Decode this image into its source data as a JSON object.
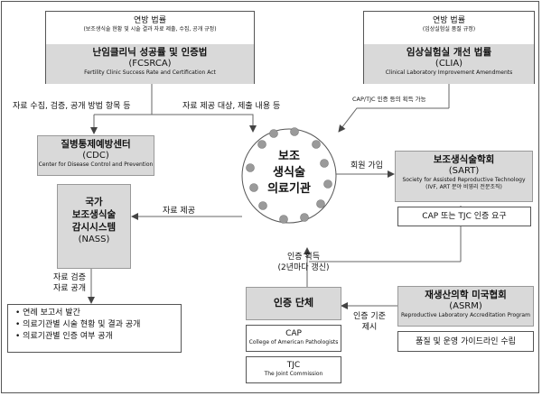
{
  "fed_law": {
    "header": "연방 법률",
    "note": "(보조생식술 현황 및 시술 결과 자료 제출, 수집, 공개 규정)",
    "title": "난임클리닉 성공률 및 인증법",
    "abbr": "(FCSRCA)",
    "sub": "Fertility Clinic Success Rate and Certification Act"
  },
  "clia": {
    "header": "연방 법률",
    "note": "(임상실험실 품질 규정)",
    "title": "임상실험실 개선 법률",
    "abbr": "(CLIA)",
    "sub": "Clinical Laboratory Improvement Amendments"
  },
  "labels": {
    "data_collection": "자료 수집, 검증, 공개 방법 항목 등",
    "data_submission": "자료 제공 대상, 제출 내용 등",
    "cap_tjc_cert": "CAP/TJC 인증 등의 획득 가능",
    "membership": "회원 가입",
    "data_provide": "자료 제공",
    "cert_acquire_1": "인증 획득",
    "cert_acquire_2": "(2년마다 갱신)",
    "cert_criteria_1": "인증 기준",
    "cert_criteria_2": "제시",
    "verify_1": "자료 검증",
    "verify_2": "자료 공개"
  },
  "cdc": {
    "title": "질병통제예방센터",
    "abbr": "(CDC)",
    "sub": "Center for Disease Control and Prevention"
  },
  "nass": {
    "line1": "국가",
    "line2": "보조생식술",
    "line3": "감시시스템",
    "abbr": "(NASS)"
  },
  "center": {
    "line1": "보조",
    "line2": "생식술",
    "line3": "의료기관"
  },
  "sart": {
    "title": "보조생식술학회",
    "abbr": "(SART)",
    "sub1": "Society for Assisted Reproductive Technology",
    "sub2": "(IVF, ART 분야 비영리 전문조직)"
  },
  "sart_req": "CAP 또는 TJC 인증 요구",
  "asrm": {
    "title": "재생산의학 미국협회",
    "abbr": "(ASRM)",
    "sub": "Reproductive Laboratory Accreditation Program"
  },
  "asrm_guide": "품질 및 운영 가이드라인 수립",
  "cert_body": "인증 단체",
  "cap": {
    "title": "CAP",
    "sub": "College of American Pathologists"
  },
  "tjc": {
    "title": "TJC",
    "sub": "The Joint Commission"
  },
  "nass_outputs": [
    "연례 보고서 발간",
    "의료기관별 시술 현황 및 결과 공개",
    "의료기관별 인증 여부 공개"
  ]
}
